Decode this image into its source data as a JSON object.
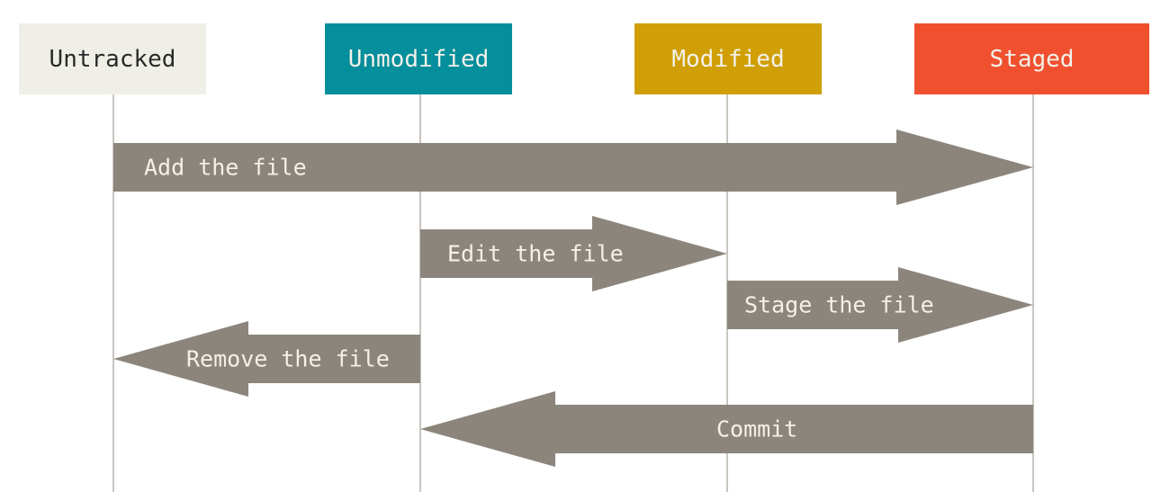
{
  "states": [
    {
      "key": "untracked",
      "label": "Untracked",
      "bg": "#f0efe7",
      "fg": "#2a2a2a"
    },
    {
      "key": "unmodified",
      "label": "Unmodified",
      "bg": "#058e9b",
      "fg": "#f3f1ea"
    },
    {
      "key": "modified",
      "label": "Modified",
      "bg": "#d09f06",
      "fg": "#f3f1ea"
    },
    {
      "key": "staged",
      "label": "Staged",
      "bg": "#f1502f",
      "fg": "#f3f1ea"
    }
  ],
  "transitions": [
    {
      "key": "add",
      "label": "Add the file",
      "from": "untracked",
      "to": "staged"
    },
    {
      "key": "edit",
      "label": "Edit the file",
      "from": "unmodified",
      "to": "modified"
    },
    {
      "key": "stage",
      "label": "Stage the file",
      "from": "modified",
      "to": "staged"
    },
    {
      "key": "remove",
      "label": "Remove the file",
      "from": "unmodified",
      "to": "untracked"
    },
    {
      "key": "commit",
      "label": "Commit",
      "from": "staged",
      "to": "unmodified"
    }
  ],
  "colors": {
    "arrow": "#8c857c",
    "lifeline": "#b5b2ac"
  }
}
